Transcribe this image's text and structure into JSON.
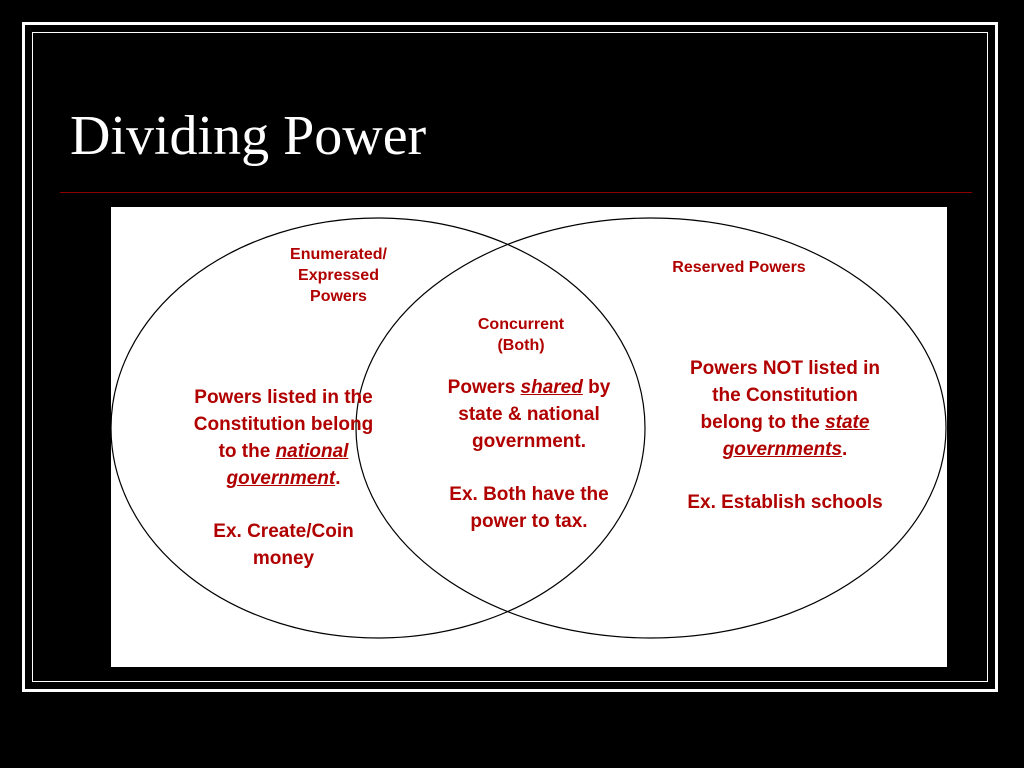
{
  "slide": {
    "title": "Dividing Power"
  },
  "diagram": {
    "left": {
      "header_lines": [
        "Enumerated/",
        "Expressed",
        "Powers"
      ],
      "body_line1": "Powers listed in the",
      "body_line2": "Constitution belong",
      "body_pre3": "to the ",
      "body_em": "national",
      "body_em2": "government",
      "body_post": ".",
      "example_line1": "Ex. Create/Coin",
      "example_line2": "money"
    },
    "center": {
      "header_lines": [
        "Concurrent",
        "(Both)"
      ],
      "body_pre": "Powers ",
      "body_em": "shared",
      "body_post": " by",
      "body_line2": "state & national",
      "body_line3": "government.",
      "example_line1": "Ex. Both have the",
      "example_line2": "power to tax."
    },
    "right": {
      "header": "Reserved Powers",
      "body_line1": "Powers NOT listed in",
      "body_line2": "the Constitution",
      "body_pre3": "belong to the ",
      "body_em": "state",
      "body_em2": "governments",
      "body_post": ".",
      "example": "Ex. Establish schools"
    },
    "colors": {
      "label_text": "#b00000",
      "outline": "#000000",
      "background": "#ffffff"
    }
  }
}
